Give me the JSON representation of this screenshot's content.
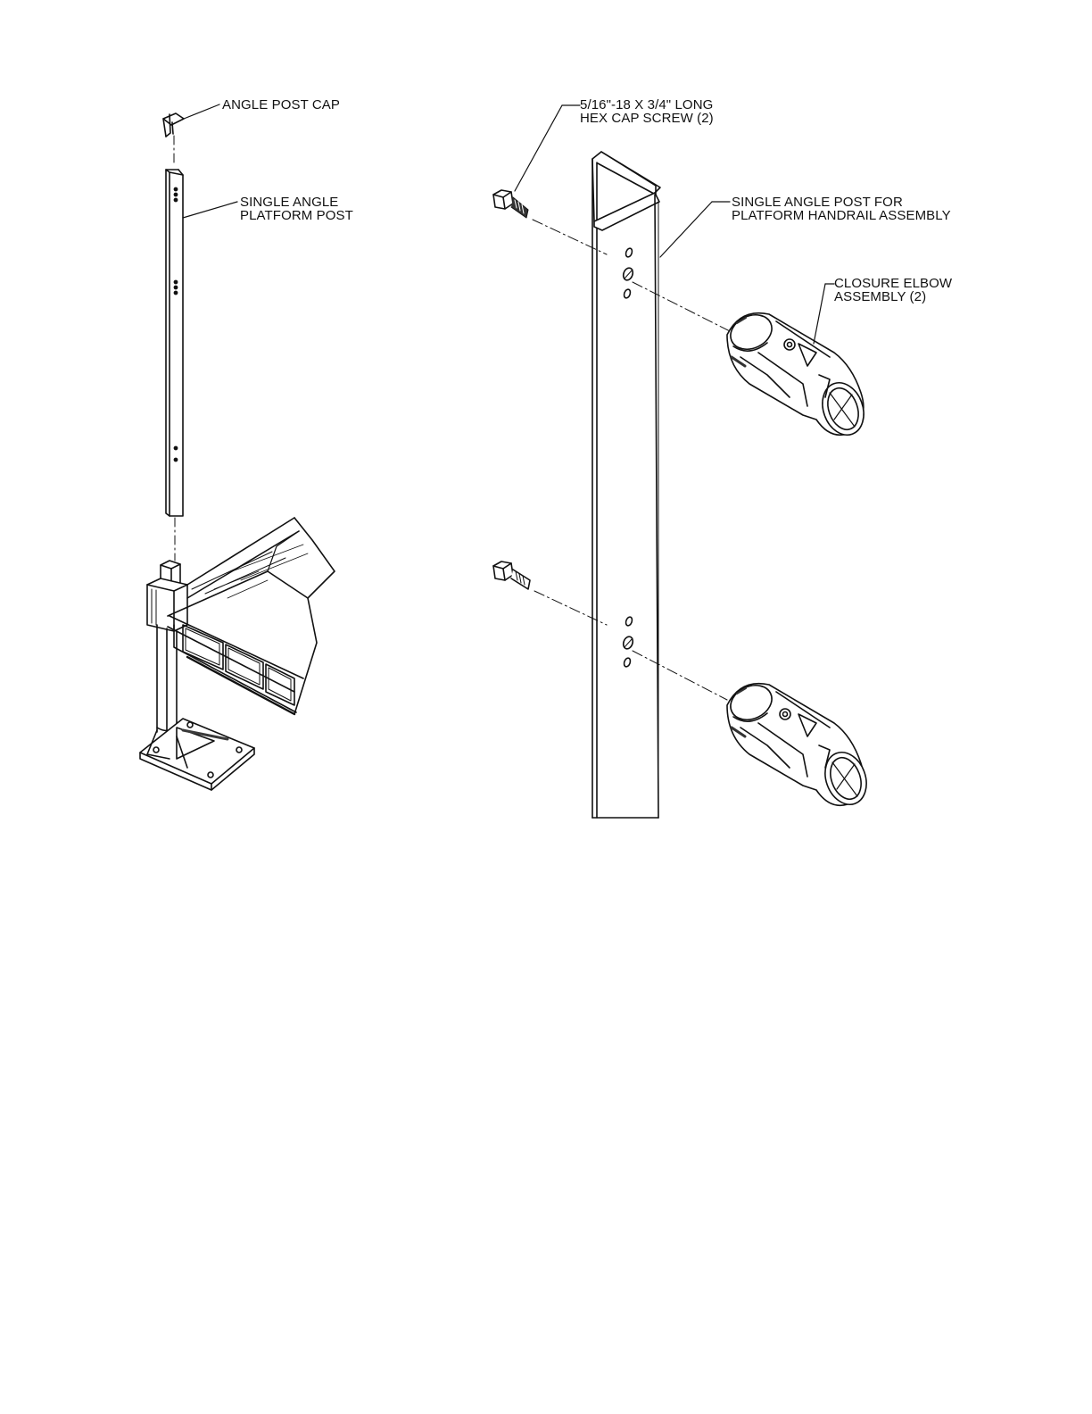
{
  "labels": {
    "angle_post_cap": "ANGLE POST CAP",
    "single_angle_platform_post_1": "SINGLE ANGLE",
    "single_angle_platform_post_2": "PLATFORM POST",
    "cap_screw_1": "5/16\"-18 X 3/4\" LONG",
    "cap_screw_2": "HEX CAP SCREW (2)",
    "handrail_post_1": "SINGLE ANGLE POST FOR",
    "handrail_post_2": "PLATFORM HANDRAIL ASSEMBLY",
    "closure_elbow_1": "CLOSURE ELBOW",
    "closure_elbow_2": "ASSEMBLY (2)"
  },
  "colors": {
    "ink": "#111111",
    "paper": "#ffffff",
    "shade": "#3a3a3a"
  }
}
